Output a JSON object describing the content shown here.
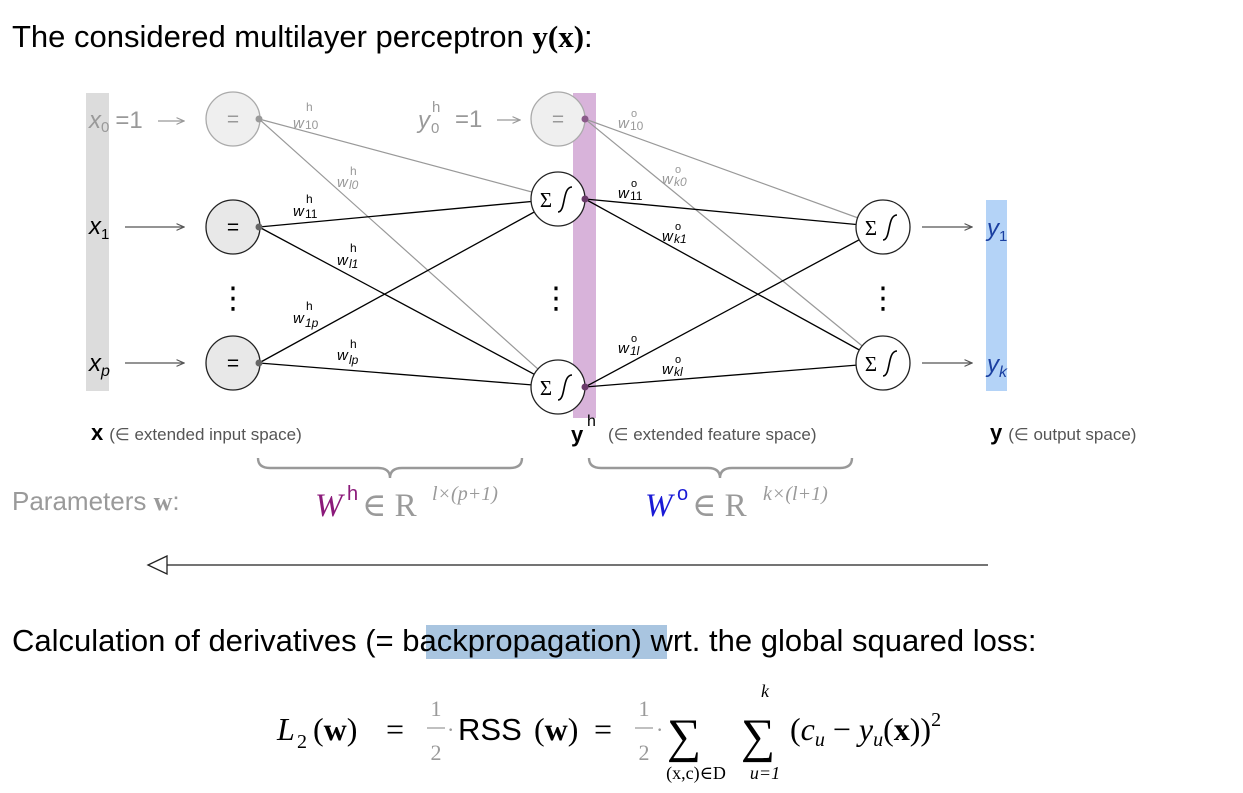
{
  "heading": {
    "text": "The considered multilayer perceptron ",
    "math": "y(x)",
    "colon": ":"
  },
  "nodes": {
    "input_identity_symbol": "=",
    "neuron_sum_symbol": "Σ",
    "vertical_ellipsis": "⋮"
  },
  "inputs": {
    "x0": "x",
    "x0_sub": "0",
    "x0_eq": "=1",
    "x1": "x",
    "x1_sub": "1",
    "xp": "x",
    "xp_sub": "p"
  },
  "hidden_bias": {
    "y": "y",
    "sup": "h",
    "sub": "0",
    "eq": "=1"
  },
  "outputs": {
    "y1": "y",
    "y1_sub": "1",
    "yk": "y",
    "yk_sub": "k"
  },
  "weights_hidden": {
    "sup": "h",
    "w10_sub": "10",
    "wl0_sub": "l0",
    "w11_sub": "11",
    "wl1_sub": "l1",
    "w1p_sub": "1p",
    "wlp_sub": "lp",
    "w": "w"
  },
  "weights_output": {
    "sup": "o",
    "w10_sub": "10",
    "wk0_sub": "k0",
    "w11_sub": "11",
    "wk1_sub": "k1",
    "w1l_sub": "1l",
    "wkl_sub": "kl",
    "w": "w"
  },
  "spaces": {
    "x_symbol": "x",
    "x_text": "(∈ extended input space)",
    "yh_symbol": "y",
    "yh_sup": "h",
    "yh_text": "(∈ extended feature space)",
    "y_symbol": "y",
    "y_text": "(∈ output space)"
  },
  "parameters": {
    "label": "Parameters ",
    "w": "w",
    "colon": ":",
    "Wh_W": "W",
    "Wh_sup": "h",
    "Wh_in": " ∈ R",
    "Wh_dim": "l×(p+1)",
    "Wo_W": "W",
    "Wo_sup": "o",
    "Wo_in": " ∈ R",
    "Wo_dim": "k×(l+1)"
  },
  "calc": {
    "before": "Calculation of derivatives (= ",
    "highlight": "backpropagation",
    "after": ") wrt. the global squared loss:"
  },
  "formula": {
    "L": "L",
    "L_sub": "2",
    "arg": "(w)",
    "eq": "=",
    "half_num": "1",
    "half_den": "2",
    "dot": "·",
    "rss": "RSS",
    "sum": "∑",
    "sum1_sub": "(x,c)∈D",
    "sum2_sup": "k",
    "sum2_sub": "u=1",
    "term": "(c",
    "term_u": "u",
    "term_minus": " − y",
    "term_u2": "u",
    "term_arg": "(x))",
    "square": "2"
  },
  "colors": {
    "input_bar": "#dcdcdc",
    "hidden_bar": "#d8b3da",
    "output_bar": "#b4d3f7",
    "Wh": "#8b1a7a",
    "Wo": "#1a1ad6",
    "highlight": "#a9c5e0",
    "gray_text": "#9a9a9a",
    "brace": "#999999"
  }
}
